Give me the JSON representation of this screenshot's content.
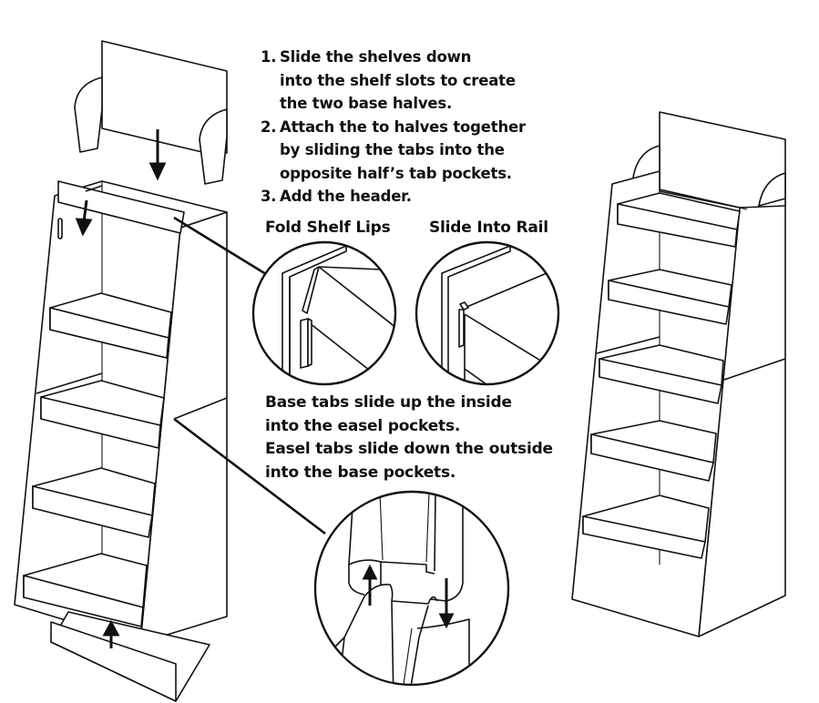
{
  "instructions": {
    "steps": [
      {
        "number": "1.",
        "lines": [
          "Slide the shelves down",
          "into the shelf slots to create",
          "the two base halves."
        ]
      },
      {
        "number": "2.",
        "lines": [
          "Attach the to halves together",
          "by sliding the tabs into the",
          "opposite half’s tab pockets."
        ]
      },
      {
        "number": "3.",
        "lines": [
          "Add the header."
        ]
      }
    ]
  },
  "details": {
    "fold_label": "Fold Shelf Lips",
    "slide_label": "Slide Into Rail"
  },
  "tabs_note": {
    "lines": [
      "Base tabs slide up the inside",
      "into the easel pockets.",
      "Easel tabs slide down the outside",
      "into the base pockets."
    ]
  },
  "icons": {
    "arrows": [
      "arrow-down-icon",
      "arrow-down-icon",
      "arrow-up-icon",
      "arrow-up-icon",
      "arrow-down-icon"
    ]
  },
  "colors": {
    "line": "#111111",
    "background": "#ffffff"
  }
}
